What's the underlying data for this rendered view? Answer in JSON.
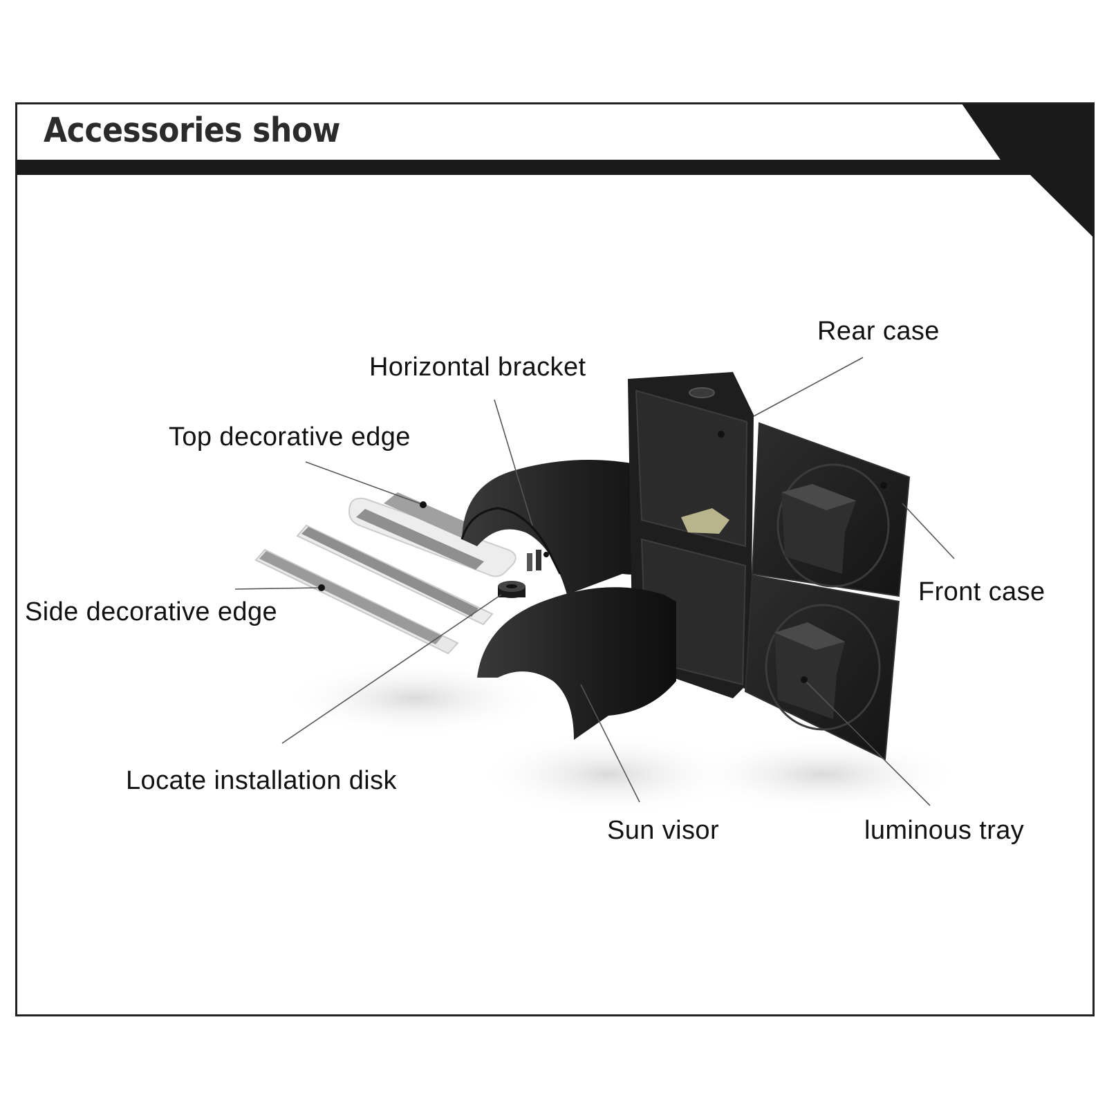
{
  "header": {
    "title": "Accessories show",
    "accent_color": "#1a1a1a"
  },
  "callouts": {
    "rear_case": "Rear case",
    "horizontal_bracket": "Horizontal bracket",
    "top_decorative_edge": "Top decorative edge",
    "side_decorative_edge": "Side decorative edge",
    "front_case": "Front case",
    "locate_installation_disk": "Locate installation disk",
    "sun_visor": "Sun visor",
    "luminous_tray": "luminous tray"
  }
}
